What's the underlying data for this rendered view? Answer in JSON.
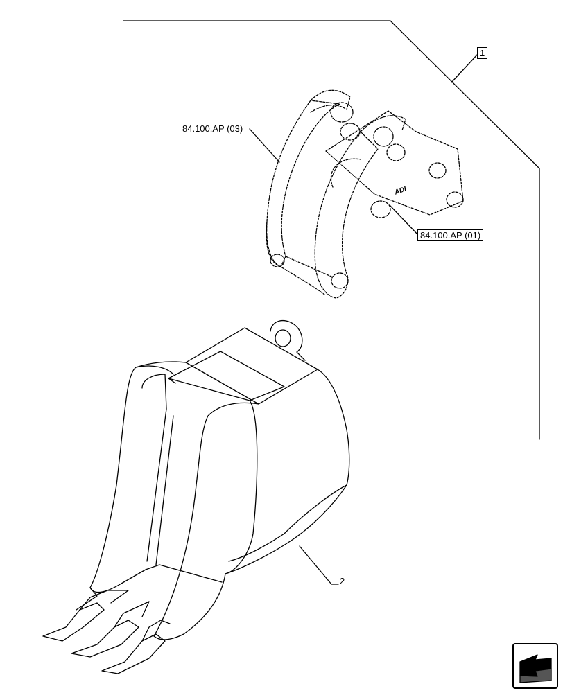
{
  "callouts": {
    "item_1": "1",
    "item_2": "2",
    "ref_03": "84.100.AP (03)",
    "ref_01": "84.100.AP (01)"
  },
  "logo_text": "ADI",
  "nav_icon": "next-page-arrow-icon"
}
